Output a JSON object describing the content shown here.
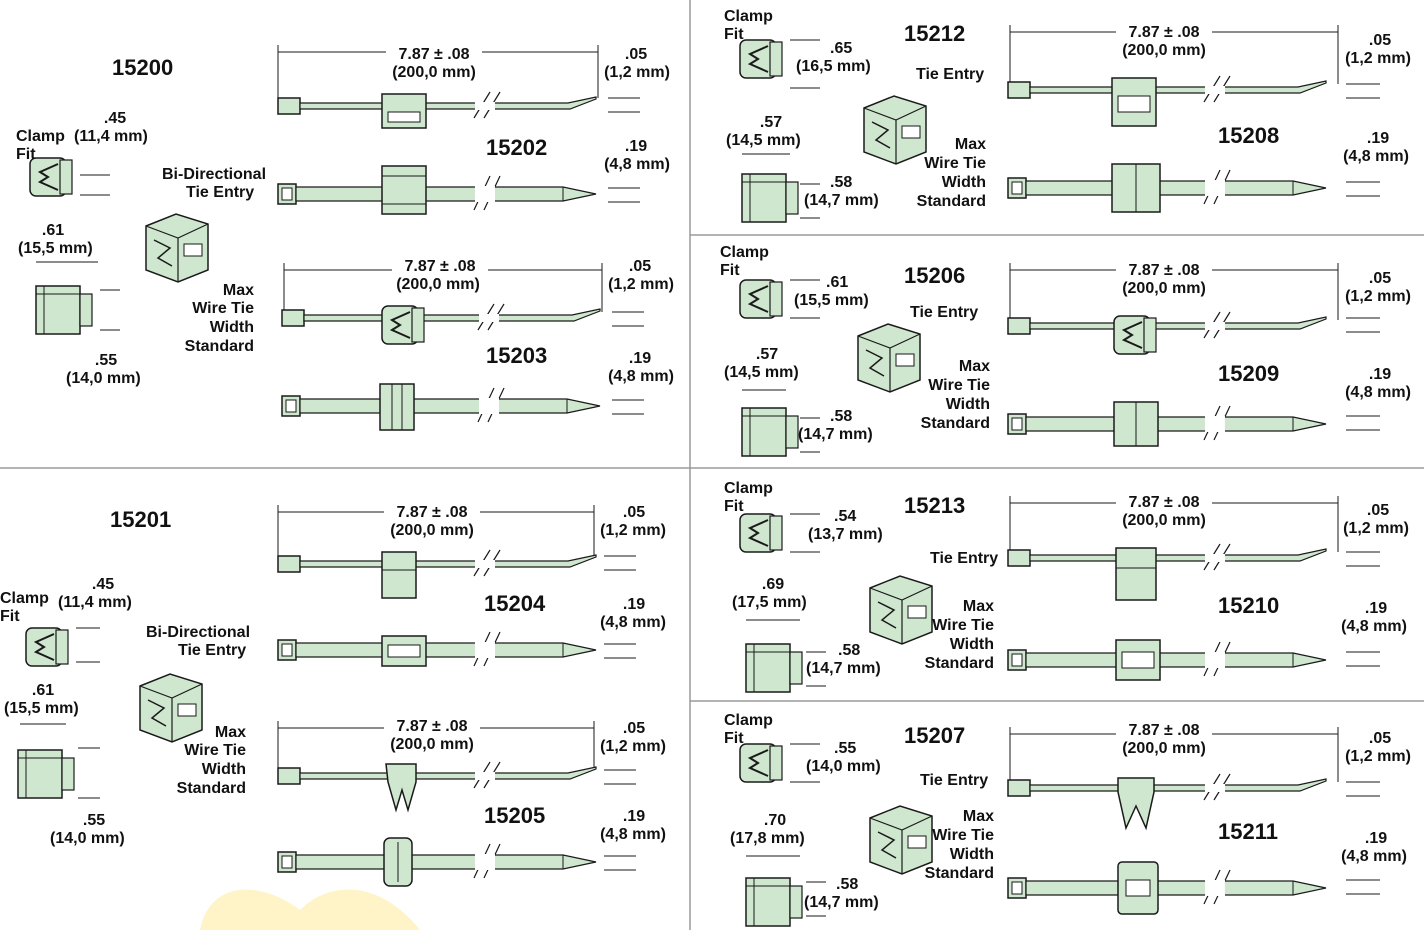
{
  "colors": {
    "part_fill": "#cfe6cf",
    "part_stroke": "#1a1a1a",
    "divider": "#9a9a9a",
    "watermark": "#fff3c8"
  },
  "dimensions": {
    "length": "7.87 ± .08",
    "length_mm": "(200,0 mm)",
    "tip": ".05",
    "tip_mm": "(1,2 mm)",
    "width": ".19",
    "width_mm": "(4,8 mm)"
  },
  "labels": {
    "clamp": "Clamp",
    "fit": "Fit",
    "bi_directional": "Bi-Directional",
    "tie_entry": "Tie Entry",
    "max": "Max",
    "wire_tie": "Wire Tie",
    "width": "Width",
    "standard": "Standard"
  },
  "panel_a": {
    "part_top": "15200",
    "part_bottom": "15202",
    "part_top2": "15203",
    "clamp_in": ".45",
    "clamp_mm": "(11,4 mm)",
    "side_in": ".61",
    "side_mm": "(15,5 mm)",
    "base_in": ".55",
    "base_mm": "(14,0 mm)"
  },
  "panel_b": {
    "part_top": "15201",
    "part_bottom": "15204",
    "part_bottom2": "15205",
    "clamp_in": ".45",
    "clamp_mm": "(11,4 mm)",
    "side_in": ".61",
    "side_mm": "(15,5 mm)",
    "base_in": ".55",
    "base_mm": "(14,0 mm)"
  },
  "panel_c": {
    "part_top": "15212",
    "part_bottom": "15208",
    "clamp_in": ".65",
    "clamp_mm": "(16,5 mm)",
    "side_in": ".57",
    "side_mm": "(14,5 mm)",
    "h_in": ".58",
    "h_mm": "(14,7 mm)"
  },
  "panel_d": {
    "part_top": "15206",
    "part_bottom": "15209",
    "clamp_in": ".61",
    "clamp_mm": "(15,5 mm)",
    "side_in": ".57",
    "side_mm": "(14,5 mm)",
    "h_in": ".58",
    "h_mm": "(14,7 mm)"
  },
  "panel_e": {
    "part_top": "15213",
    "part_bottom": "15210",
    "clamp_in": ".54",
    "clamp_mm": "(13,7 mm)",
    "side_in": ".69",
    "side_mm": "(17,5 mm)",
    "h_in": ".58",
    "h_mm": "(14,7 mm)"
  },
  "panel_f": {
    "part_top": "15207",
    "part_bottom": "15211",
    "clamp_in": ".55",
    "clamp_mm": "(14,0 mm)",
    "side_in": ".70",
    "side_mm": "(17,8 mm)",
    "h_in": ".58",
    "h_mm": "(14,7 mm)"
  }
}
